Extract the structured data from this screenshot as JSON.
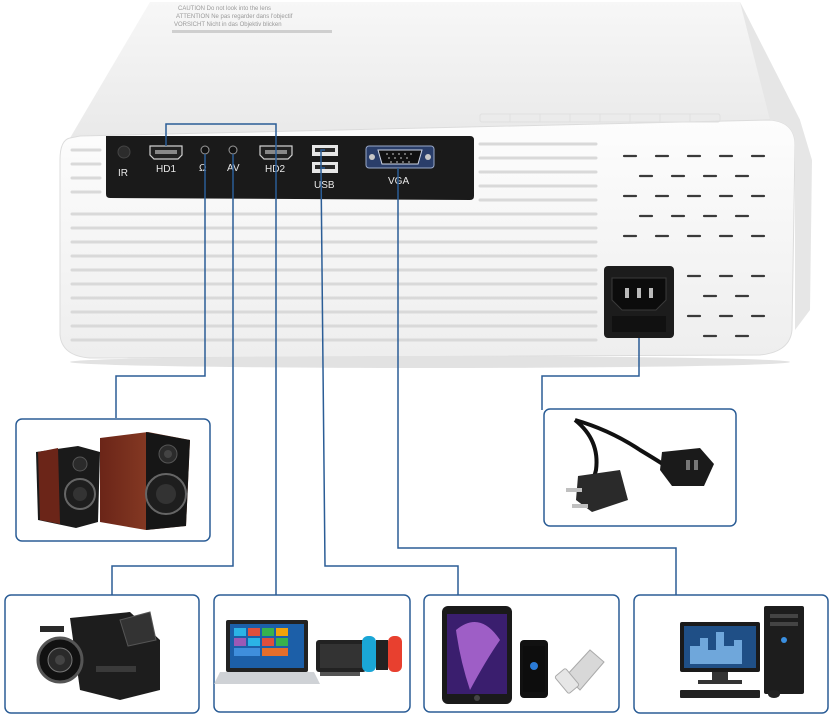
{
  "ports": {
    "ir": "IR",
    "hd1": "HD1",
    "headphone": "Ω",
    "av": "AV",
    "hd2": "HD2",
    "usb": "USB",
    "vga": "VGA"
  },
  "caution_lines": [
    "CAUTION Do not look into the lens",
    "ATTENTION Ne pas regarder dans l'objectif",
    "VORSICHT Nicht in das Objektiv blicken"
  ],
  "devices": [
    "speakers",
    "camcorder",
    "laptop-and-game-console",
    "tablet-phone-usb-drive",
    "desktop-computer",
    "power-cord"
  ],
  "colors": {
    "accent": "#2b5d96",
    "panel": "#1a1a1a",
    "body": "#f4f4f4"
  }
}
